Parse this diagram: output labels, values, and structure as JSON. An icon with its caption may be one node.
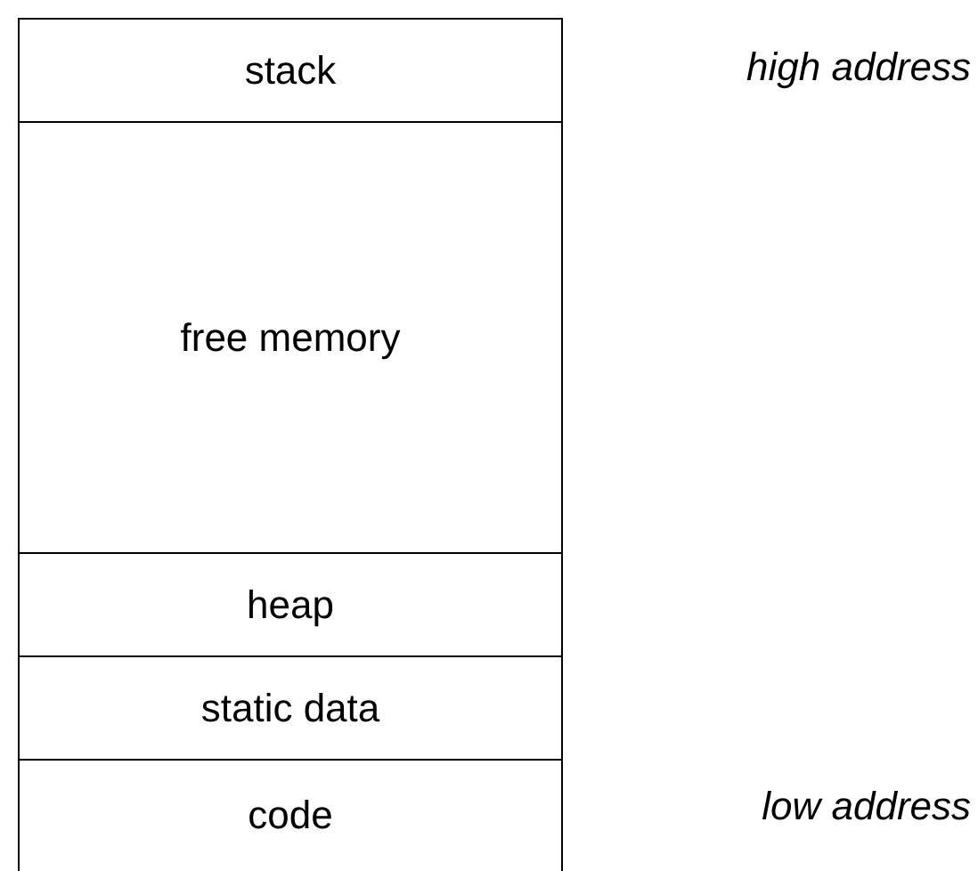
{
  "diagram": {
    "nodes": [
      {
        "text": [
          "stack"
        ]
      },
      {
        "text": [
          "free memory"
        ]
      },
      {
        "text": [
          "heap"
        ]
      },
      {
        "text": [
          "static data"
        ]
      },
      {
        "text": [
          "code"
        ]
      }
    ],
    "labels": [
      "high address",
      "low address"
    ]
  }
}
